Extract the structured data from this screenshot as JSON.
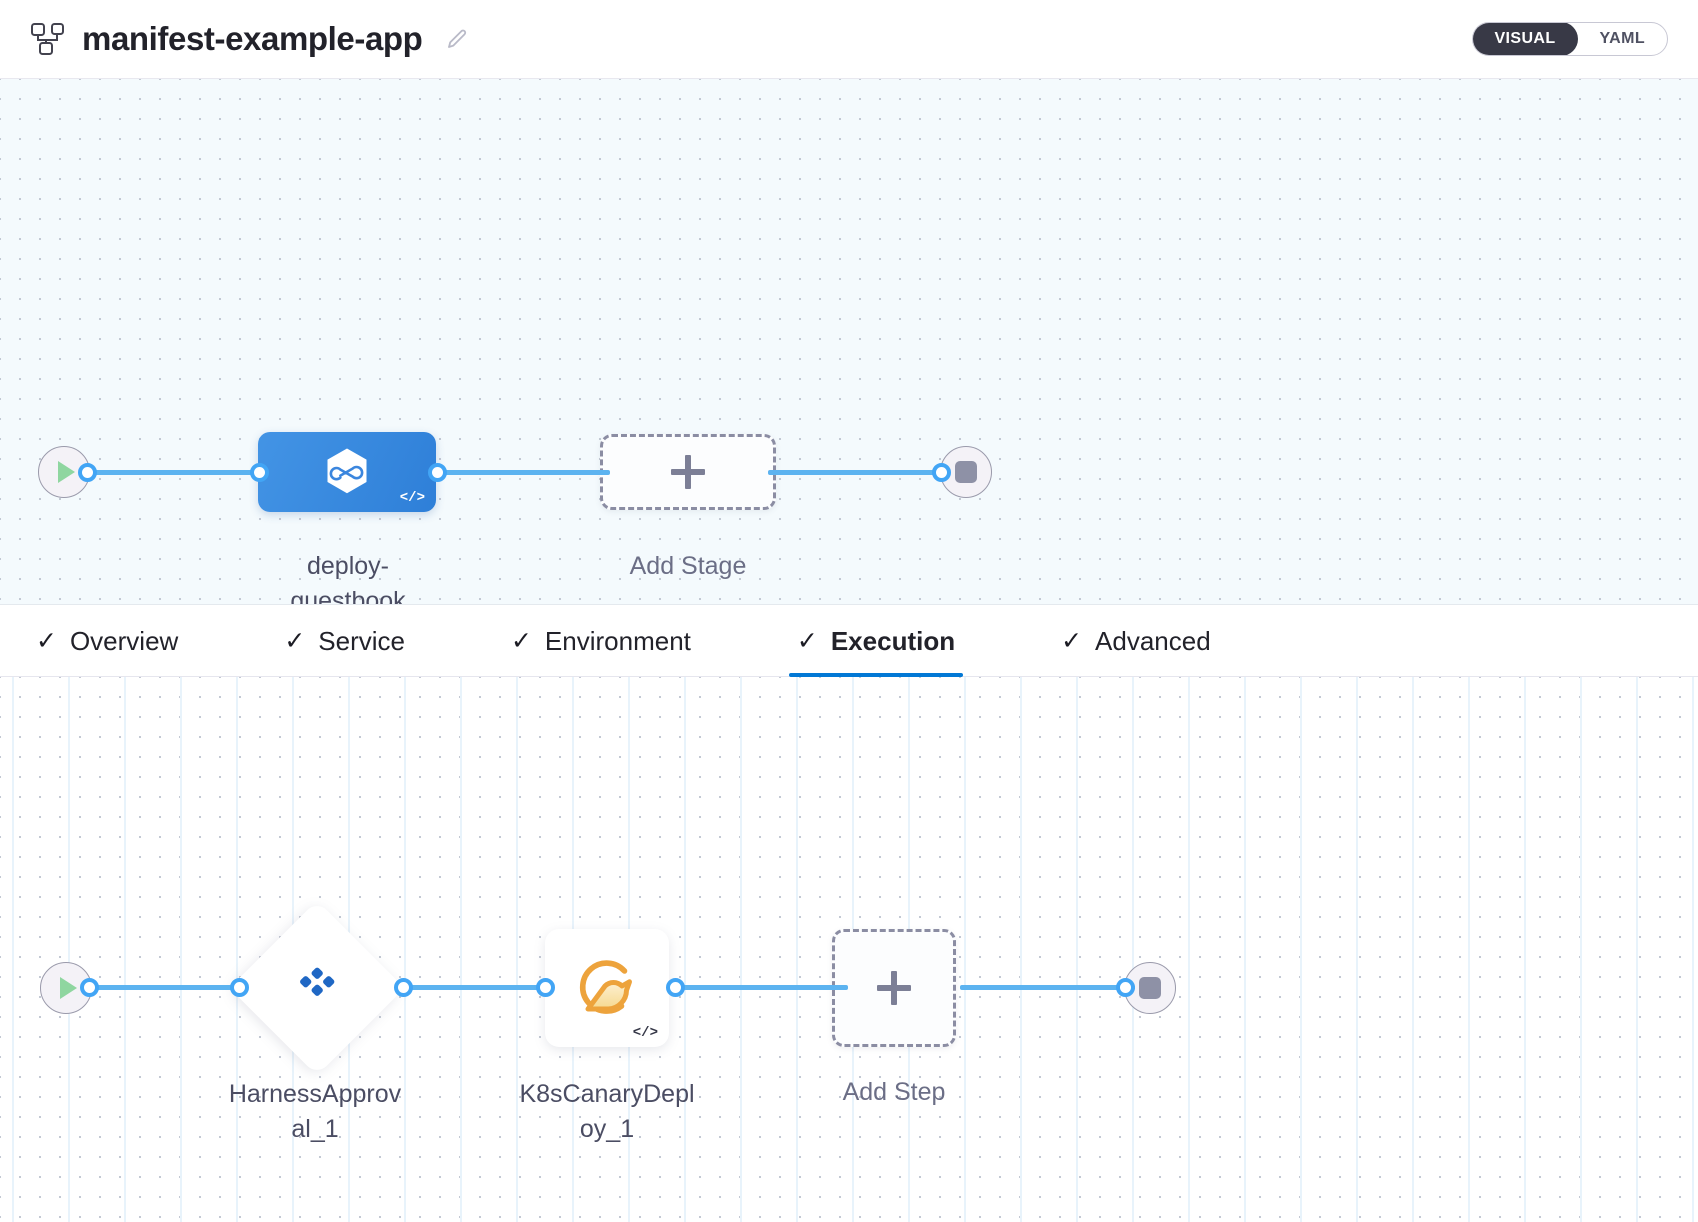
{
  "header": {
    "pipeline_icon": "pipeline-nodes-icon",
    "title": "manifest-example-app",
    "edit_icon": "pencil-edit-icon",
    "mode_toggle": {
      "options": [
        "VISUAL",
        "YAML"
      ],
      "selected": "VISUAL"
    }
  },
  "stage_graph": {
    "start_node": {
      "name": "start-node",
      "icon": "play-icon"
    },
    "stage": {
      "name": "deploy-guestbook",
      "label": "deploy-\nguestbook",
      "icon": "harness-hexagon-icon",
      "code_badge": "</>"
    },
    "add_stage": {
      "label": "Add Stage",
      "icon": "plus-icon"
    },
    "stop_node": {
      "name": "stop-node",
      "icon": "stop-square-icon"
    }
  },
  "tabs": [
    {
      "label": "Overview",
      "checked": true,
      "active": false
    },
    {
      "label": "Service",
      "checked": true,
      "active": false
    },
    {
      "label": "Environment",
      "checked": true,
      "active": false
    },
    {
      "label": "Execution",
      "checked": true,
      "active": true
    },
    {
      "label": "Advanced",
      "checked": true,
      "active": false
    }
  ],
  "execution_graph": {
    "start_node": {
      "name": "start-node",
      "icon": "play-icon"
    },
    "steps": [
      {
        "name": "HarnessApproval_1",
        "label": "HarnessApprov\nal_1",
        "icon": "harness-approval-icon",
        "shape": "diamond"
      },
      {
        "name": "K8sCanaryDeploy_1",
        "label": "K8sCanaryDepl\noy_1",
        "icon": "canary-bird-icon",
        "shape": "square",
        "code_badge": "</>"
      }
    ],
    "add_step": {
      "label": "Add Step",
      "icon": "plus-icon"
    },
    "stop_node": {
      "name": "stop-node",
      "icon": "stop-square-icon"
    }
  },
  "colors": {
    "accent_blue": "#0278d5",
    "connector_blue": "#5cb3f0",
    "stage_blue": "#2e7fd8",
    "approval_blue": "#1f67c4",
    "canary_amber": "#eda33c",
    "start_green": "#8fd6a0",
    "stop_grey": "#8e91a6",
    "toggle_dark": "#383946",
    "canvas_top": "#f4fafd",
    "canvas_bottom": "#ffffff"
  }
}
